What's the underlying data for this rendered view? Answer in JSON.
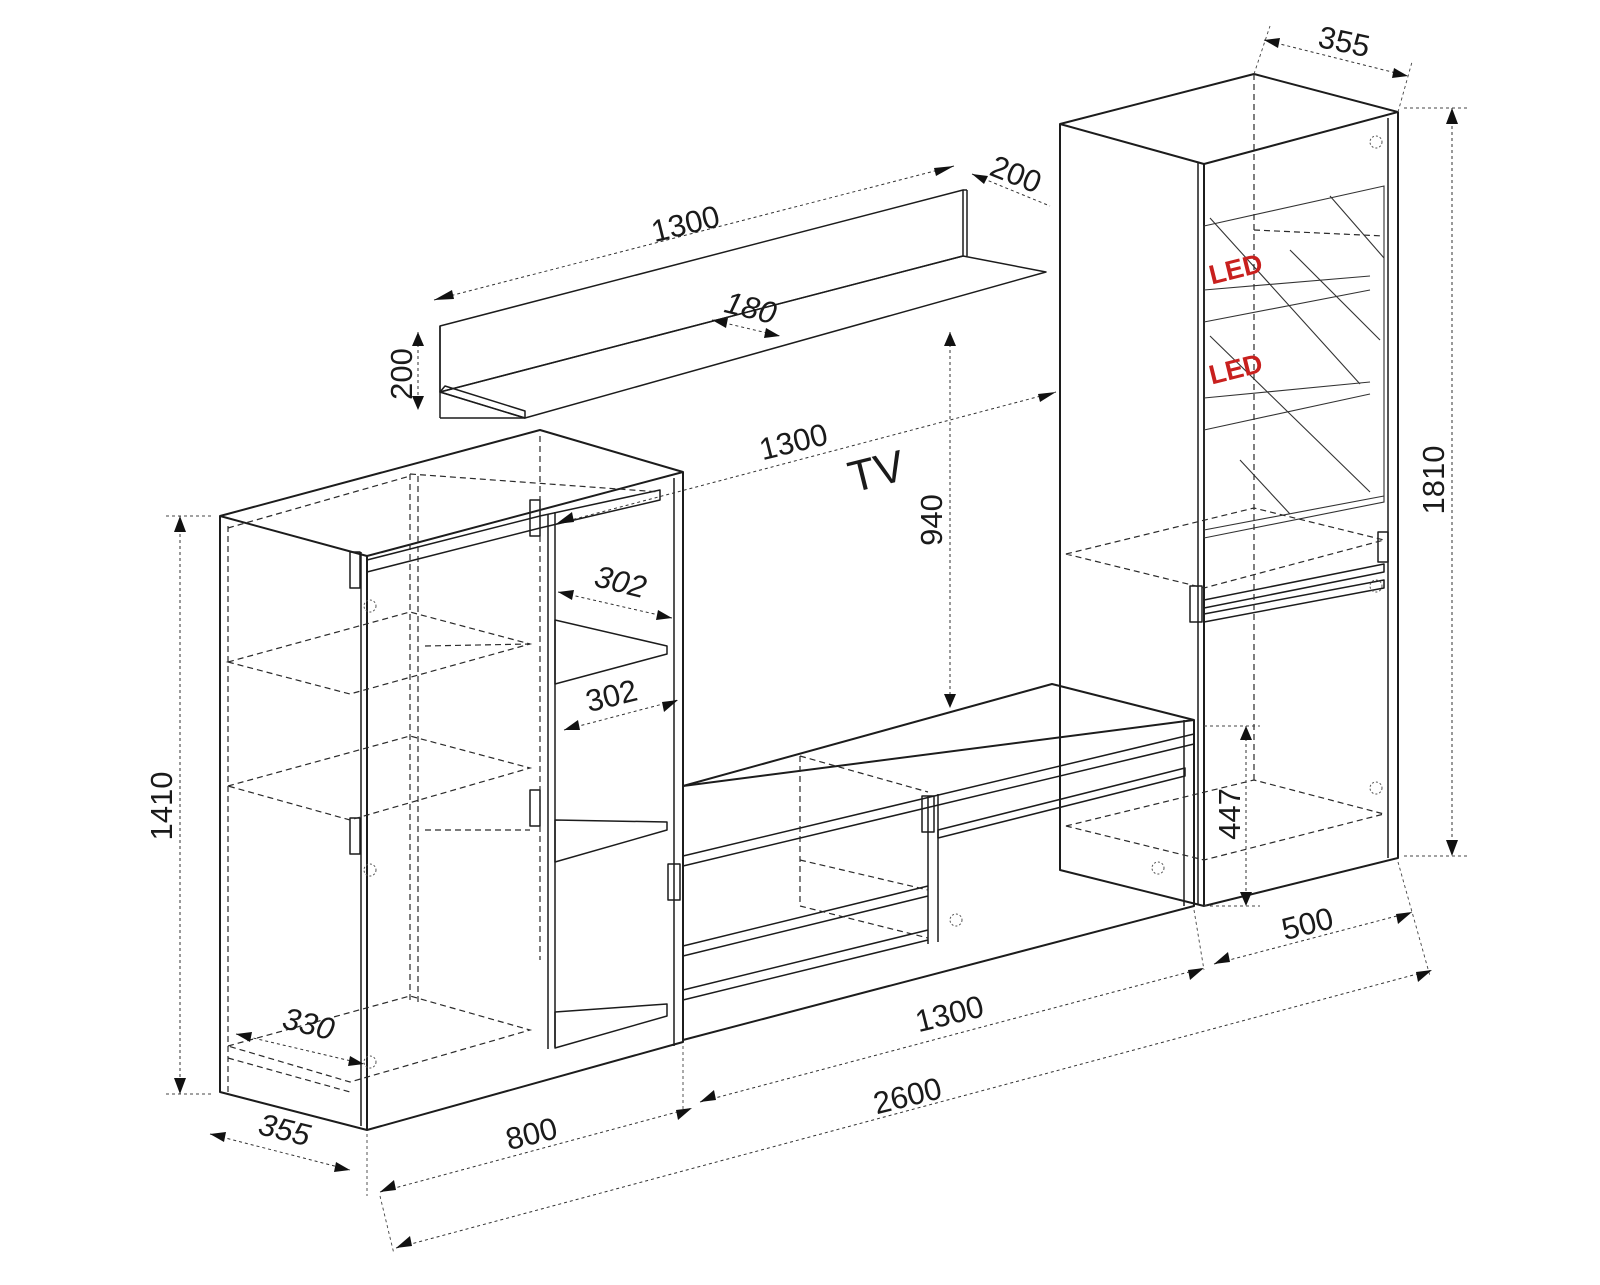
{
  "drawing": {
    "tv_label": "TV",
    "led_labels": [
      "LED",
      "LED"
    ],
    "dimensions": {
      "wall_shelf_length": "1300",
      "wall_shelf_depth": "200",
      "wall_shelf_height": "200",
      "wall_shelf_inner": "180",
      "tv_opening_width": "1300",
      "tv_opening_height": "940",
      "left_shelf_depth_upper": "302",
      "left_shelf_depth_lower": "302",
      "left_inner_depth": "330",
      "left_height": "1410",
      "left_depth": "355",
      "left_width": "800",
      "tv_stand_width": "1300",
      "total_width": "2600",
      "right_depth": "355",
      "right_height": "1810",
      "right_lower_height": "447",
      "right_width": "500"
    }
  }
}
